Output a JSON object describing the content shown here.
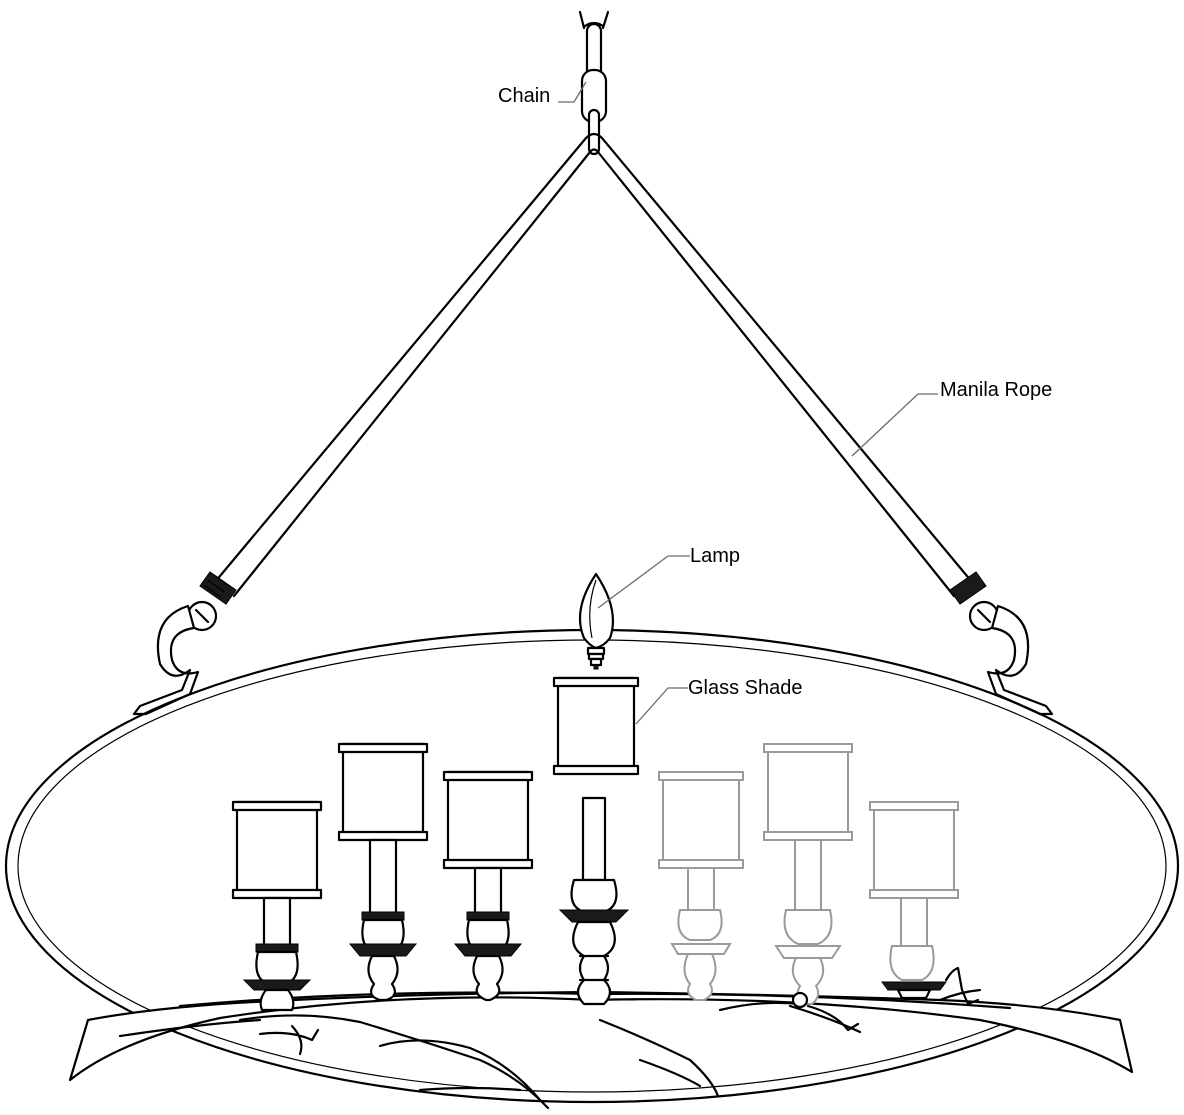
{
  "labels": {
    "chain": "Chain",
    "manila_rope": "Manila Rope",
    "lamp": "Lamp",
    "glass_shade": "Glass Shade"
  },
  "colors": {
    "line": "#000000",
    "leader": "#6b6b6b",
    "faded": "#9a9a9a",
    "background": "#ffffff"
  }
}
